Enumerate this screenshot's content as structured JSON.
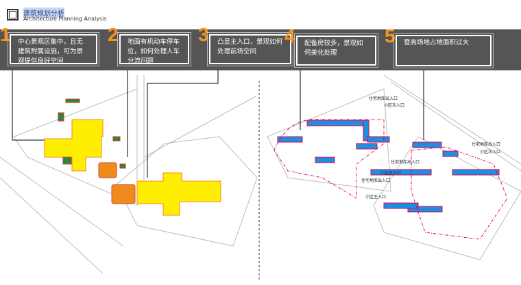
{
  "header": {
    "title": "建筑规划分析",
    "subtitle": "Architecture Planning Analysis"
  },
  "issues": [
    {
      "num": "1",
      "text": "中心景观区集中，且无建筑附属设施，可为景观提供良好空间"
    },
    {
      "num": "2",
      "text": "地面有机动车停车位，如何处理人车分流问题"
    },
    {
      "num": "3",
      "text": "凸显主入口，景观如何处理前场空间"
    },
    {
      "num": "4",
      "text": "配备房较多，景观如何美化处理"
    },
    {
      "num": "5",
      "text": "登高场地占地面积过大"
    }
  ],
  "plan_labels": {
    "garage": "住宅地库出入口",
    "secondary": "小区次入口",
    "main": "小区主入口"
  },
  "colors": {
    "accent": "#f7941d",
    "bar": "#555555",
    "landscape": "#ffee00",
    "plaza": "#f08a1c",
    "fire": "#1e8fe0",
    "route": "#e0004f"
  }
}
